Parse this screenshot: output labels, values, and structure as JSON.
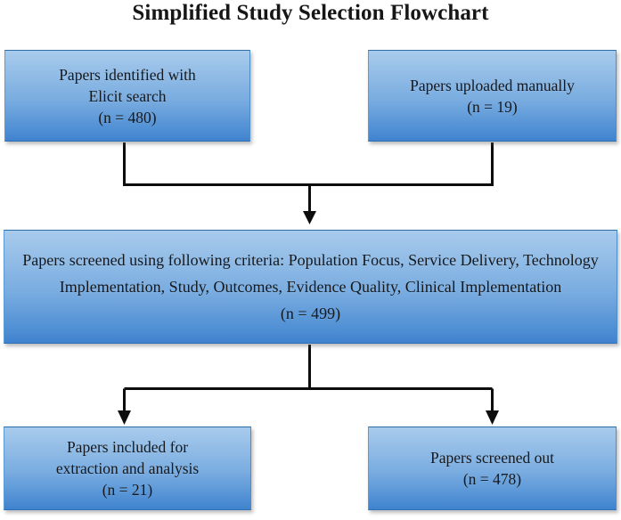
{
  "title": "Simplified Study Selection Flowchart",
  "theme": {
    "background": "#ffffff",
    "box_gradient_top": "#a8cbec",
    "box_gradient_bottom": "#3f82ce",
    "box_border_top": "#2e6ea6",
    "connector_color": "#0d0d0d",
    "text_color": "#15181c",
    "title_color": "#161616"
  },
  "nodes": {
    "identified": {
      "label": "Papers identified with\nElicit search\n(n = 480)",
      "count": 480,
      "count_label": "(n = 480)"
    },
    "uploaded": {
      "label": "Papers uploaded manually\n(n = 19)",
      "count": 19,
      "count_label": "(n = 19)"
    },
    "screened": {
      "label": "Papers screened using following criteria: Population Focus, Service Delivery, Technology Implementation, Study, Outcomes, Evidence Quality, Clinical Implementation\n(n = 499)",
      "count": 499,
      "count_label": "(n = 499)",
      "criteria": [
        "Population Focus",
        "Service Delivery",
        "Technology Implementation",
        "Study",
        "Outcomes",
        "Evidence Quality",
        "Clinical Implementation"
      ]
    },
    "included": {
      "label": "Papers included for\nextraction and analysis\n(n = 21)",
      "count": 21,
      "count_label": "(n = 21)"
    },
    "screened_out": {
      "label": "Papers screened out\n(n = 478)",
      "count": 478,
      "count_label": "(n = 478)"
    }
  },
  "connectors": [
    {
      "name": "identified-to-screened",
      "from": "identified",
      "to": "screened",
      "arrow": true
    },
    {
      "name": "uploaded-to-screened",
      "from": "uploaded",
      "to": "screened",
      "arrow": true
    },
    {
      "name": "screened-to-included",
      "from": "screened",
      "to": "included",
      "arrow": true
    },
    {
      "name": "screened-to-screened-out",
      "from": "screened",
      "to": "screened_out",
      "arrow": true
    }
  ]
}
